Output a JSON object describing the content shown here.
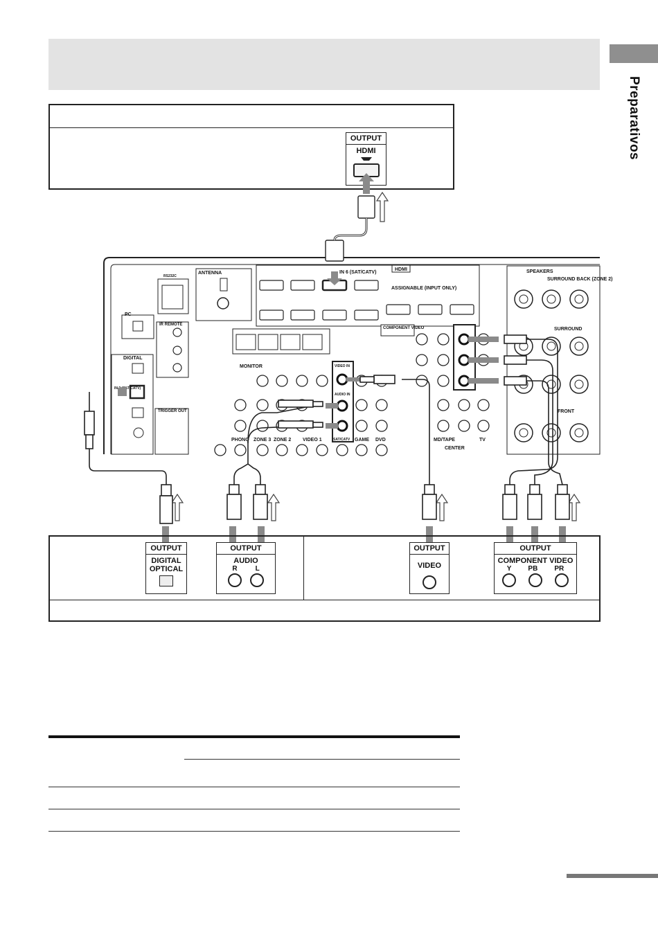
{
  "side_tab": {
    "label": "Preparativos"
  },
  "hdmi_source": {
    "output_label": "OUTPUT",
    "connector_label": "HDMI"
  },
  "receiver": {
    "hdmi_section_label": "HDMI",
    "hdmi_in6_label": "IN 6 (SAT/CATV)",
    "assignable_label": "ASSIGNABLE (INPUT ONLY)",
    "speakers_label": "SPEAKERS",
    "surround_back_label": "SURROUND BACK (ZONE 2)",
    "surround_label": "SURROUND",
    "front_label": "FRONT",
    "center_label": "CENTER",
    "antenna_label": "ANTENNA",
    "digital_label": "DIGITAL",
    "digital_in2_label": "IN 2 (SAT/CATV)",
    "component_video_label": "COMPONENT VIDEO",
    "monitor_label": "MONITOR",
    "trigger_out_label": "TRIGGER OUT",
    "ir_remote_label": "IR REMOTE",
    "video_in_label": "VIDEO IN",
    "audio_in_label": "AUDIO IN",
    "satcatv_label": "SAT/CATV",
    "zone_labels": [
      "PHONO",
      "ZONE 3",
      "ZONE 2",
      "VIDEO 1",
      "GAME",
      "DVD",
      "MD/TAPE",
      "TV"
    ],
    "pc_label": "PC",
    "rs232c_label": "RS232C"
  },
  "bottom_device": {
    "digital_optical": {
      "output": "OUTPUT",
      "name": "DIGITAL OPTICAL"
    },
    "audio": {
      "output": "OUTPUT",
      "name": "AUDIO",
      "jacks": [
        "R",
        "L"
      ]
    },
    "video": {
      "output": "OUTPUT",
      "name": "VIDEO"
    },
    "component_video": {
      "output": "OUTPUT",
      "name": "COMPONENT VIDEO",
      "jacks": [
        "Y",
        "PB",
        "PR"
      ]
    }
  },
  "colors": {
    "header_band": "#e3e3e3",
    "tab_marker": "#8f8f8f",
    "signal_arrow": "#8a8a8a"
  }
}
